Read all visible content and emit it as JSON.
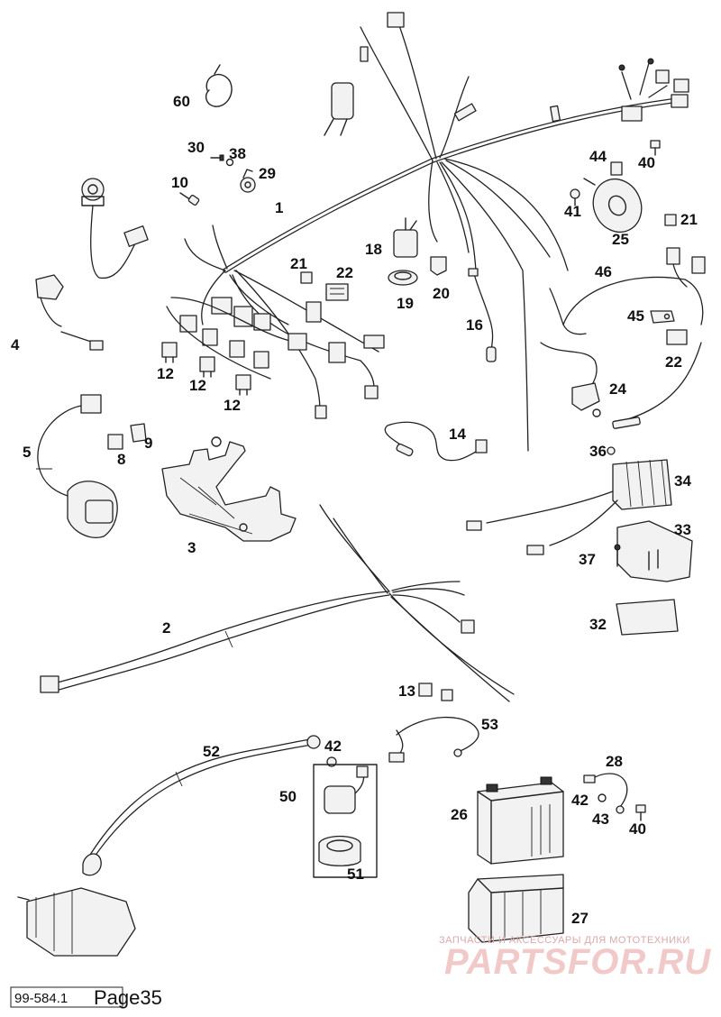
{
  "callouts": [
    {
      "id": "1",
      "label": "1"
    },
    {
      "id": "2",
      "label": "2"
    },
    {
      "id": "3",
      "label": "3"
    },
    {
      "id": "4",
      "label": "4"
    },
    {
      "id": "5",
      "label": "5"
    },
    {
      "id": "8",
      "label": "8"
    },
    {
      "id": "9",
      "label": "9"
    },
    {
      "id": "10",
      "label": "10"
    },
    {
      "id": "12a",
      "label": "12"
    },
    {
      "id": "12b",
      "label": "12"
    },
    {
      "id": "12c",
      "label": "12"
    },
    {
      "id": "13",
      "label": "13"
    },
    {
      "id": "14",
      "label": "14"
    },
    {
      "id": "16",
      "label": "16"
    },
    {
      "id": "18",
      "label": "18"
    },
    {
      "id": "19",
      "label": "19"
    },
    {
      "id": "20",
      "label": "20"
    },
    {
      "id": "21a",
      "label": "21"
    },
    {
      "id": "21b",
      "label": "21"
    },
    {
      "id": "22a",
      "label": "22"
    },
    {
      "id": "22b",
      "label": "22"
    },
    {
      "id": "24",
      "label": "24"
    },
    {
      "id": "25",
      "label": "25"
    },
    {
      "id": "26",
      "label": "26"
    },
    {
      "id": "27",
      "label": "27"
    },
    {
      "id": "28",
      "label": "28"
    },
    {
      "id": "29",
      "label": "29"
    },
    {
      "id": "30",
      "label": "30"
    },
    {
      "id": "32",
      "label": "32"
    },
    {
      "id": "33",
      "label": "33"
    },
    {
      "id": "34",
      "label": "34"
    },
    {
      "id": "36",
      "label": "36"
    },
    {
      "id": "37",
      "label": "37"
    },
    {
      "id": "38",
      "label": "38"
    },
    {
      "id": "40a",
      "label": "40"
    },
    {
      "id": "40b",
      "label": "40"
    },
    {
      "id": "41",
      "label": "41"
    },
    {
      "id": "42a",
      "label": "42"
    },
    {
      "id": "42b",
      "label": "42"
    },
    {
      "id": "43",
      "label": "43"
    },
    {
      "id": "44",
      "label": "44"
    },
    {
      "id": "45",
      "label": "45"
    },
    {
      "id": "46",
      "label": "46"
    },
    {
      "id": "50",
      "label": "50"
    },
    {
      "id": "51",
      "label": "51"
    },
    {
      "id": "52",
      "label": "52"
    },
    {
      "id": "53",
      "label": "53"
    },
    {
      "id": "60",
      "label": "60"
    }
  ],
  "footer": {
    "doc_number": "99-584.1",
    "page_label": "Page35"
  },
  "watermark": {
    "tagline": "ЗАПЧАСТИ И АКСЕССУАРЫ ДЛЯ МОТОТЕХНИКИ",
    "brand": "PARTSFOR.RU"
  }
}
